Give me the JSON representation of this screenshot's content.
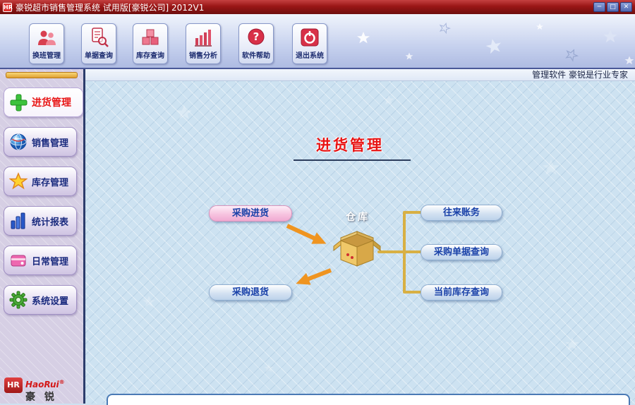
{
  "window": {
    "app_icon": "HR",
    "title": "豪锐超市销售管理系统 试用版[豪锐公司] 2012V1",
    "controls": {
      "minimize": "─",
      "maximize": "□",
      "close": "✕"
    }
  },
  "toolbar": {
    "help_glyph": "?",
    "buttons": [
      {
        "label": "换班管理",
        "icon": "shift-change-icon"
      },
      {
        "label": "单据查询",
        "icon": "document-search-icon"
      },
      {
        "label": "库存查询",
        "icon": "stock-search-icon"
      },
      {
        "label": "销售分析",
        "icon": "sales-analysis-icon"
      },
      {
        "label": "软件帮助",
        "icon": "help-icon"
      },
      {
        "label": "退出系统",
        "icon": "exit-icon"
      }
    ]
  },
  "header": {
    "tagline": "管理软件  豪锐是行业专家"
  },
  "sidebar": {
    "items": [
      {
        "label": "进货管理",
        "icon": "plus-icon",
        "active": true
      },
      {
        "label": "销售管理",
        "icon": "globe-icon",
        "active": false
      },
      {
        "label": "库存管理",
        "icon": "star-icon",
        "active": false
      },
      {
        "label": "统计报表",
        "icon": "report-chart-icon",
        "active": false
      },
      {
        "label": "日常管理",
        "icon": "daily-icon",
        "active": false
      },
      {
        "label": "系统设置",
        "icon": "gear-icon",
        "active": false
      }
    ],
    "logo": {
      "brand": "HaoRui",
      "reg": "®",
      "cn": "豪 锐"
    }
  },
  "main": {
    "page_title": "进货管理",
    "warehouse_label": "仓库",
    "flow": {
      "purchase_in": "采购进货",
      "purchase_return": "采购退货",
      "accounts": "往来账务",
      "purchase_doc_query": "采购单据查询",
      "current_stock_query": "当前库存查询"
    }
  },
  "colors": {
    "titlebar_red": "#9a1616",
    "active_item_red": "#e81414",
    "connector_gold": "#d8b044",
    "arrow_orange": "#ef9420",
    "pink_button": "#f7c4e0",
    "blue_button": "#d4e2f2"
  }
}
